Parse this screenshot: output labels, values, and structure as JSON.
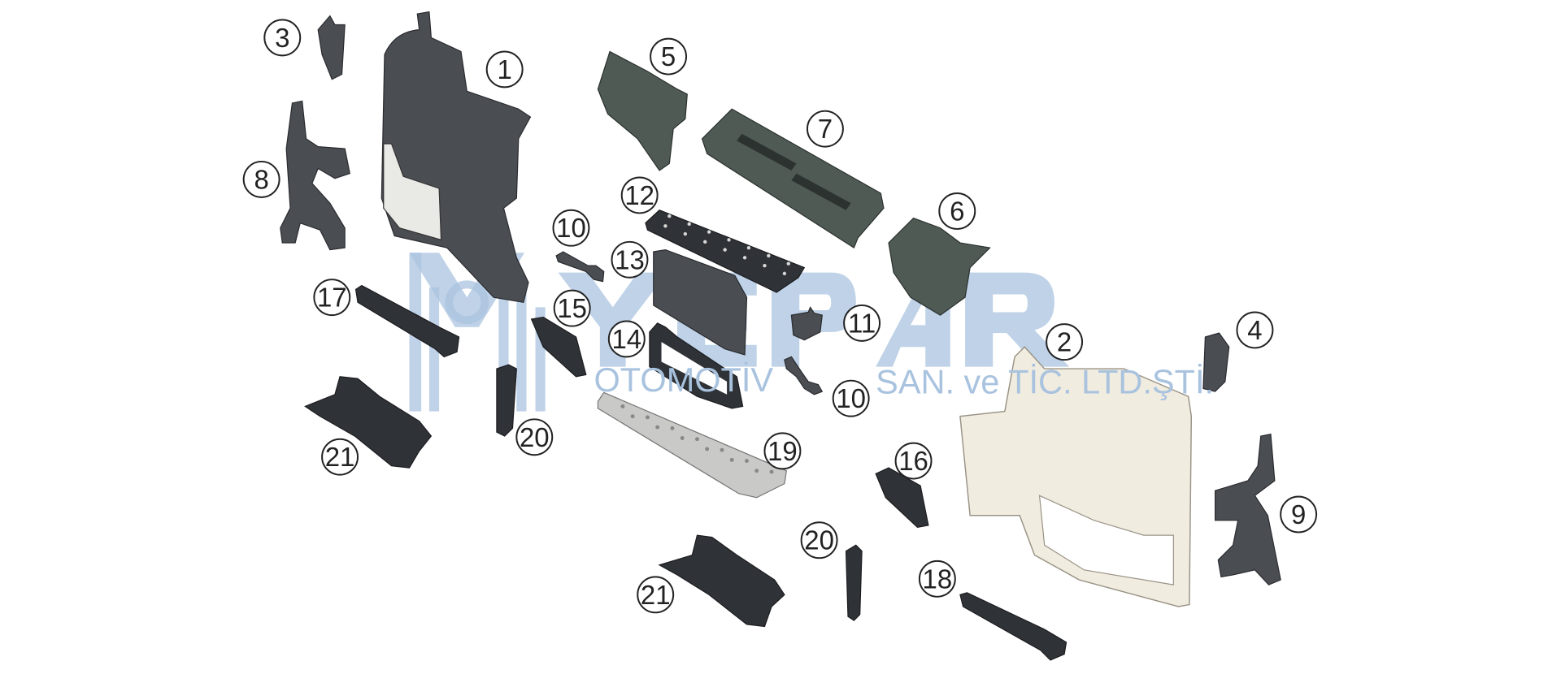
{
  "watermark": {
    "brand": "YEPAR",
    "subtitle_left": "OTOMOTİV",
    "subtitle_right": "SAN. ve TİC. LTD.ŞTİ.",
    "color": "#a9c3df"
  },
  "parts": {
    "colors": {
      "dark": "#4a4d52",
      "green": "#4f5a55",
      "cream": "#f1ece0"
    },
    "callouts": [
      "1",
      "2",
      "3",
      "4",
      "5",
      "6",
      "7",
      "8",
      "9",
      "10",
      "10",
      "11",
      "12",
      "13",
      "14",
      "15",
      "16",
      "17",
      "18",
      "19",
      "20",
      "20",
      "21",
      "21"
    ]
  }
}
